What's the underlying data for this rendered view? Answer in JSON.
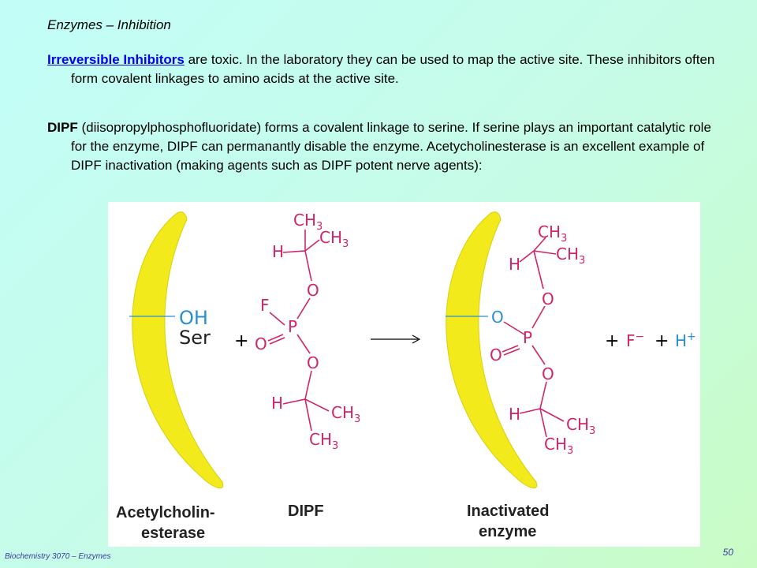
{
  "title": "Enzymes – Inhibition",
  "para1": {
    "link": "Irreversible Inhibitors",
    "text": " are toxic.  In the laboratory they can be used to map the active site.  These inhibitors often form covalent linkages to amino acids at the active site."
  },
  "para2": {
    "bold": "DIPF",
    "text": " (diisopropylphosphofluoridate) forms a covalent linkage to serine.  If serine plays an important catalytic role for the enzyme, DIPF can permanantly disable the enzyme.  Acetycholinesterase is an excellent example of DIPF inactivation (making agents such as DIPF potent nerve agents):"
  },
  "figure": {
    "enzyme_oh": "OH",
    "enzyme_ser": "Ser",
    "plus": "+",
    "arrow": "⟶",
    "ch3": "CH",
    "sub3": "3",
    "h": "H",
    "o": "O",
    "f": "F",
    "p": "P",
    "f_minus": "F",
    "h_plus": "H",
    "caption_enzyme_1": "Acetylcholin-",
    "caption_enzyme_2": "esterase",
    "caption_dipf": "DIPF",
    "caption_inactivated_1": "Inactivated",
    "caption_inactivated_2": "enzyme"
  },
  "colors": {
    "enzyme_yellow": "#f2ea1a",
    "chem_pink": "#d1246a",
    "bond_blue": "#2a8fd1"
  },
  "footer": "Biochemistry 3070 – Enzymes",
  "page_number": "50"
}
